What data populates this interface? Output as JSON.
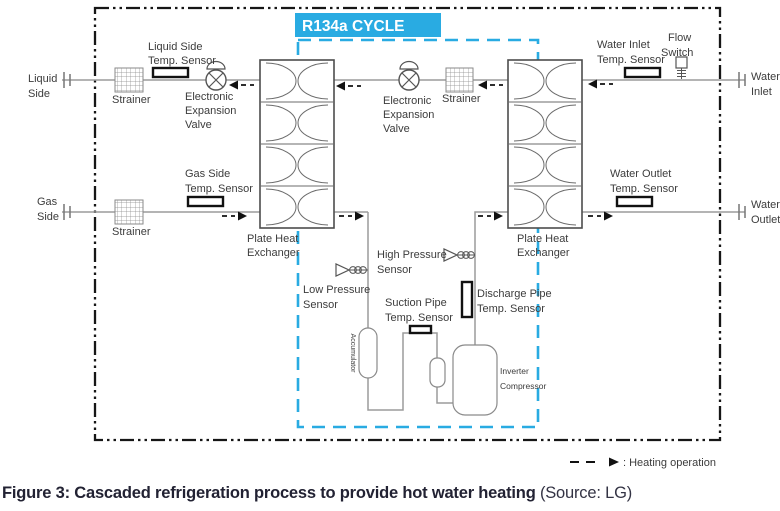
{
  "title_box": {
    "label": "R134a CYCLE"
  },
  "colors": {
    "cycle_accent": "#29abe2",
    "pipe": "#9b9b9b"
  },
  "ports": {
    "liquid_side": {
      "line1": "Liquid",
      "line2": "Side"
    },
    "gas_side": {
      "line1": "Gas",
      "line2": "Side"
    },
    "water_inlet": {
      "line1": "Water",
      "line2": "Inlet"
    },
    "water_outlet": {
      "line1": "Water",
      "line2": "Outlet"
    }
  },
  "components": {
    "liquid_temp_sensor": {
      "line1": "Liquid Side",
      "line2": "Temp. Sensor"
    },
    "gas_temp_sensor": {
      "line1": "Gas Side",
      "line2": "Temp. Sensor"
    },
    "liquid_strainer": {
      "label": "Strainer"
    },
    "gas_strainer": {
      "label": "Strainer"
    },
    "middle_strainer": {
      "label": "Strainer"
    },
    "eev_left": {
      "line1": "Electronic",
      "line2": "Expansion",
      "line3": "Valve"
    },
    "eev_middle": {
      "line1": "Electronic",
      "line2": "Expansion",
      "line3": "Valve"
    },
    "left_hx": {
      "line1": "Plate Heat",
      "line2": "Exchanger"
    },
    "right_hx": {
      "line1": "Plate Heat",
      "line2": "Exchanger"
    },
    "water_inlet_temp_sensor": {
      "line1": "Water Inlet",
      "line2": "Temp. Sensor"
    },
    "flow_switch": {
      "line1": "Flow",
      "line2": "Switch"
    },
    "water_outlet_temp_sensor": {
      "line1": "Water Outlet",
      "line2": "Temp. Sensor"
    },
    "high_pressure_sensor": {
      "line1": "High Pressure",
      "line2": "Sensor"
    },
    "low_pressure_sensor": {
      "line1": "Low Pressure",
      "line2": "Sensor"
    },
    "suction_temp_sensor": {
      "line1": "Suction Pipe",
      "line2": "Temp. Sensor"
    },
    "discharge_temp_sensor": {
      "line1": "Discharge Pipe",
      "line2": "Temp. Sensor"
    },
    "accumulator": {
      "label": "Accumulator"
    },
    "inverter_compressor": {
      "line1": "Inverter",
      "line2": "Compressor"
    }
  },
  "legend": {
    "label": ": Heating operation"
  },
  "caption": {
    "bold": "Figure 3: Cascaded refrigeration process to provide hot water heating",
    "source": " (Source: LG)"
  }
}
